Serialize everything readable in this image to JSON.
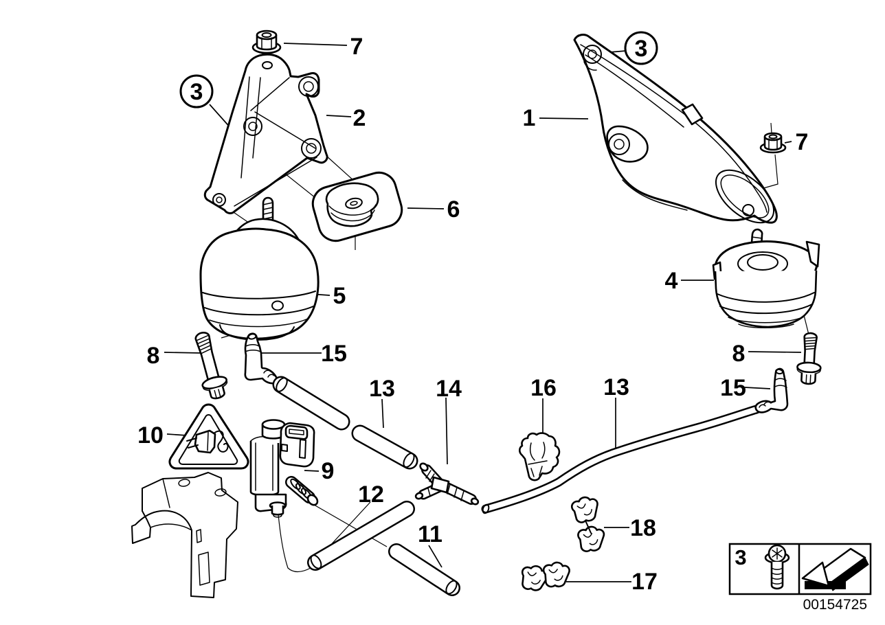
{
  "doc_number": "00154725",
  "callouts": {
    "part1": {
      "text": "1"
    },
    "part2": {
      "text": "2"
    },
    "part3_left": {
      "text": "3"
    },
    "part3_right": {
      "text": "3"
    },
    "part4": {
      "text": "4"
    },
    "part5": {
      "text": "5"
    },
    "part6": {
      "text": "6"
    },
    "part7_left": {
      "text": "7"
    },
    "part7_right": {
      "text": "7"
    },
    "part8_left": {
      "text": "8"
    },
    "part8_right": {
      "text": "8"
    },
    "part9": {
      "text": "9"
    },
    "part10": {
      "text": "10"
    },
    "part11": {
      "text": "11"
    },
    "part12": {
      "text": "12"
    },
    "part13_left": {
      "text": "13"
    },
    "part13_right": {
      "text": "13"
    },
    "part14": {
      "text": "14"
    },
    "part15_left": {
      "text": "15"
    },
    "part15_right": {
      "text": "15"
    },
    "part16": {
      "text": "16"
    },
    "part17": {
      "text": "17"
    },
    "part18": {
      "text": "18"
    }
  },
  "legend": {
    "fastener_number": "3",
    "fastener_icon": "torx-bolt-icon",
    "direction_icon": "removal-direction-arrow-icon"
  },
  "colors": {
    "line": "#000000",
    "background": "#ffffff"
  }
}
